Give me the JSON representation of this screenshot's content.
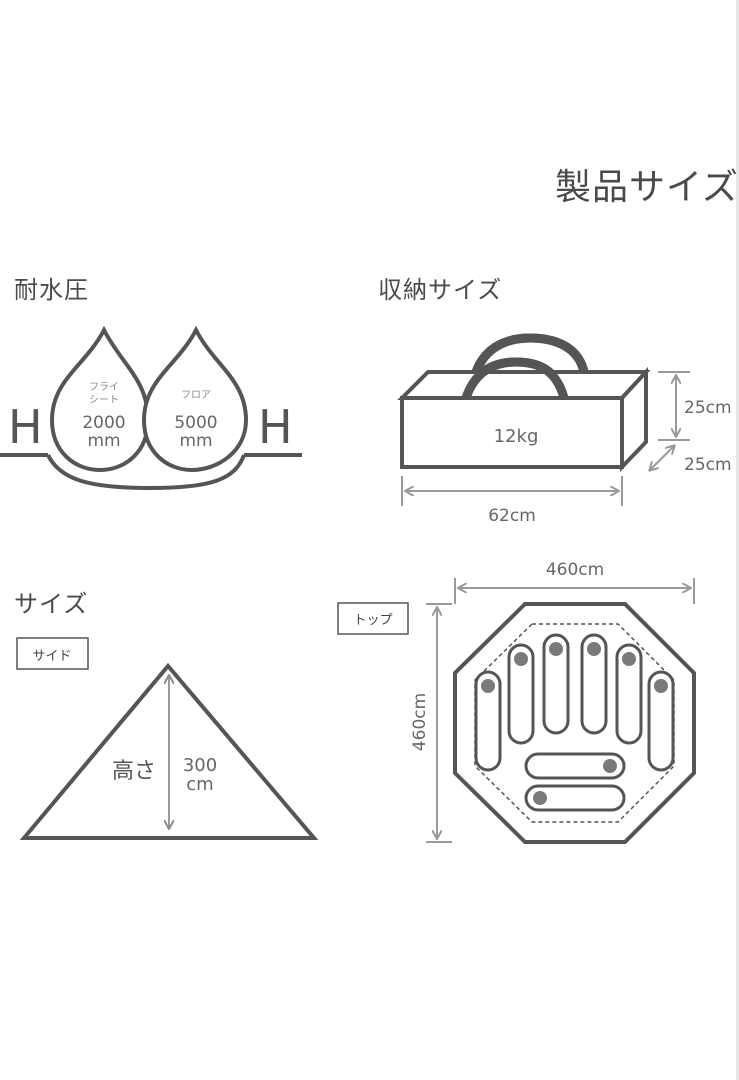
{
  "title": "製品サイズ",
  "water_pressure": {
    "heading": "耐水圧",
    "left_letter": "H",
    "right_letter": "H",
    "fly": {
      "label_line1": "フライ",
      "label_line2": "シート",
      "value": "2000",
      "unit": "mm"
    },
    "floor": {
      "label": "フロア",
      "value": "5000",
      "unit": "mm"
    }
  },
  "storage": {
    "heading": "収納サイズ",
    "weight": "12kg",
    "height": "25cm",
    "depth": "25cm",
    "width": "62cm"
  },
  "size": {
    "heading": "サイズ",
    "side": {
      "tag": "サイド",
      "height_label": "高さ",
      "height_value": "300",
      "height_unit": "cm"
    },
    "top": {
      "tag": "トップ",
      "width": "460cm",
      "depth": "460cm"
    }
  }
}
